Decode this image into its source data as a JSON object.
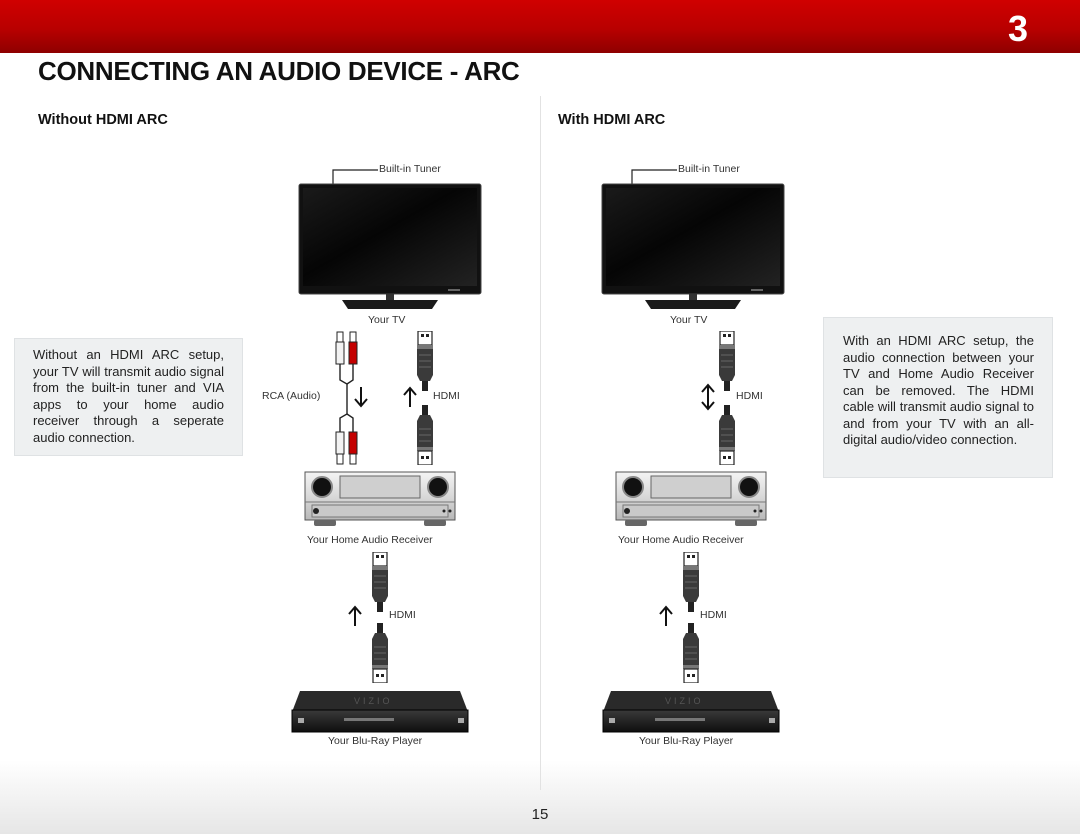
{
  "header": {
    "chapter_number": "3",
    "title": "CONNECTING AN AUDIO DEVICE - ARC"
  },
  "left": {
    "heading": "Without HDMI ARC",
    "note": "Without an HDMI ARC setup, your TV will transmit audio signal from the built-in tuner and VIA apps to your home audio receiver through a seperate audio connection.",
    "tuner_label": "Built-in Tuner",
    "tv_label": "Your TV",
    "rca_label": "RCA (Audio)",
    "hdmi_label_1": "HDMI",
    "receiver_label": "Your Home Audio Receiver",
    "hdmi_label_2": "HDMI",
    "player_label": "Your Blu-Ray Player"
  },
  "right": {
    "heading": "With HDMI ARC",
    "note": "With an HDMI ARC setup, the audio connection between your TV and Home Audio Receiver can be removed. The HDMI cable will transmit audio signal to and from your TV with an all-digital audio/video connection.",
    "tuner_label": "Built-in Tuner",
    "tv_label": "Your TV",
    "hdmi_label_1": "HDMI",
    "receiver_label": "Your Home Audio Receiver",
    "hdmi_label_2": "HDMI",
    "player_label": "Your Blu-Ray Player"
  },
  "footer": {
    "page_number": "15"
  },
  "icons": {
    "up_arrow": "up-arrow-icon",
    "down_arrow": "down-arrow-icon",
    "bidirectional_arrow": "up-down-arrow-icon"
  },
  "colors": {
    "brand_red": "#c40000"
  }
}
